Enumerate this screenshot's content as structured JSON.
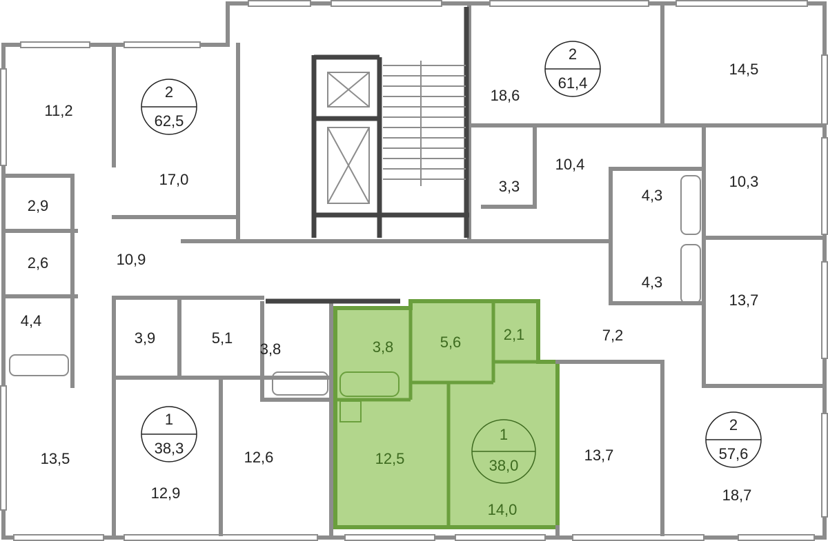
{
  "plan": {
    "highlight_color": "#b2d68c",
    "apartments": [
      {
        "id": "apt-62-5",
        "rooms_count": "2",
        "area": "62,5"
      },
      {
        "id": "apt-61-4",
        "rooms_count": "2",
        "area": "61,4"
      },
      {
        "id": "apt-38-3",
        "rooms_count": "1",
        "area": "38,3"
      },
      {
        "id": "apt-38-0",
        "rooms_count": "1",
        "area": "38,0",
        "highlighted": true
      },
      {
        "id": "apt-57-6",
        "rooms_count": "2",
        "area": "57,6"
      }
    ],
    "rooms": {
      "r11_2": "11,2",
      "r17_0": "17,0",
      "r2_9": "2,9",
      "r2_6": "2,6",
      "r10_9": "10,9",
      "r4_4": "4,4",
      "r3_9": "3,9",
      "r5_1": "5,1",
      "r3_8a": "3,8",
      "r3_8b": "3,8",
      "r5_6": "5,6",
      "r2_1": "2,1",
      "r7_2": "7,2",
      "r13_7a": "13,7",
      "r4_3a": "4,3",
      "r4_3b": "4,3",
      "r10_3": "10,3",
      "r10_4": "10,4",
      "r3_3": "3,3",
      "r18_6": "18,6",
      "r14_5": "14,5",
      "r13_5": "13,5",
      "r12_9": "12,9",
      "r12_6": "12,6",
      "r12_5": "12,5",
      "r14_0": "14,0",
      "r13_7b": "13,7",
      "r18_7": "18,7"
    }
  }
}
